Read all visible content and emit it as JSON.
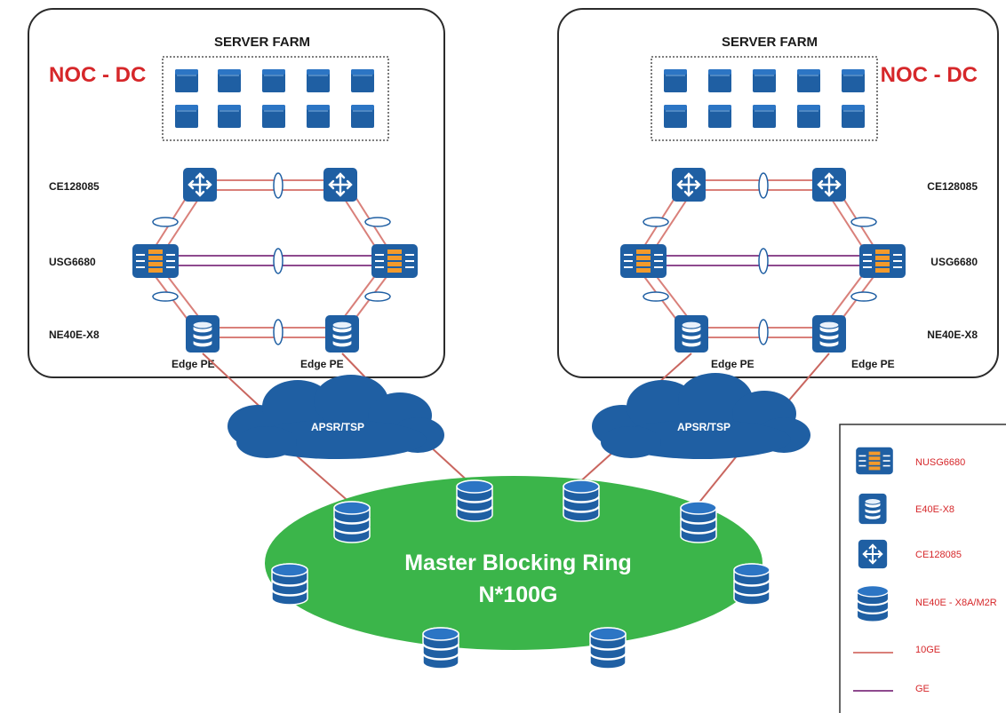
{
  "left_dc": {
    "title": "NOC - DC",
    "farm_label": "SERVER FARM",
    "row_ce": "CE128085",
    "row_usg": "USG6680",
    "row_ne": "NE40E-X8",
    "edge_left": "Edge PE",
    "edge_right": "Edge PE"
  },
  "right_dc": {
    "title": "NOC - DC",
    "farm_label": "SERVER FARM",
    "row_ce": "CE128085",
    "row_usg": "USG6680",
    "row_ne": "NE40E-X8",
    "edge_left": "Edge PE",
    "edge_right": "Edge PE"
  },
  "clouds": {
    "left": "APSR/TSP",
    "right": "APSR/TSP"
  },
  "ring": {
    "line1": "Master Blocking Ring",
    "line2": "N*100G"
  },
  "legend": {
    "items": [
      {
        "icon": "firewall-icon",
        "label": "NUSG6680"
      },
      {
        "icon": "router-icon",
        "label": "E40E-X8"
      },
      {
        "icon": "switch-icon",
        "label": "CE128085"
      },
      {
        "icon": "ring-router-icon",
        "label": "NE40E - X8A/M2R"
      },
      {
        "icon": "line-10ge",
        "label": "10GE"
      },
      {
        "icon": "line-ge",
        "label": "GE"
      }
    ]
  },
  "colors": {
    "device_blue": "#1f5fa3",
    "noc_red": "#d6272a",
    "ring_green": "#3bb54a",
    "cloud_blue": "#1f5fa3",
    "link_10ge": "#d9807a",
    "link_ge": "#8e4a8e"
  }
}
